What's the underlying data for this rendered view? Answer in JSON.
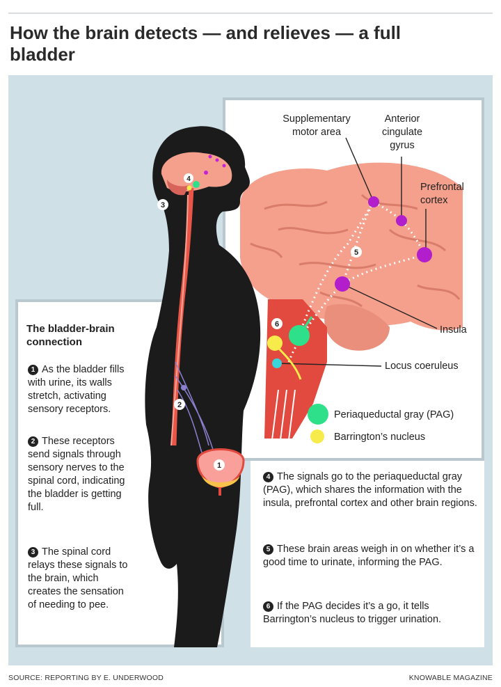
{
  "title": "How the brain detects — and relieves — a full bladder",
  "labels": {
    "sma": "Supplementary motor area",
    "acc": "Anterior cingulate gyrus",
    "pfc": "Prefrontal cortex",
    "insula": "Insula",
    "lc": "Locus coeruleus"
  },
  "markers": [
    "1",
    "2",
    "3",
    "4",
    "5",
    "6"
  ],
  "legend": [
    {
      "label": "Periaqueductal gray (PAG)",
      "color": "#2ee08a"
    },
    {
      "label": "Barrington’s nucleus",
      "color": "#f6eb4a"
    }
  ],
  "left_panel": {
    "heading": "The bladder-brain connection",
    "steps": [
      "As the bladder fills with urine, its walls stretch, activating sensory receptors.",
      "These receptors send signals through sensory nerves to the spinal cord, indicating the bladder is getting full.",
      "The spinal cord relays these signals to the brain, which creates the sensation of needing to pee."
    ]
  },
  "right_panel": {
    "steps": [
      "The signals go to the periaqueductal gray (PAG), which shares the information with the insula, prefrontal cortex and other brain regions.",
      "These brain areas weigh in on whether it’s a good time to urinate, informing the PAG.",
      "If the PAG decides it’s a go, it tells Barrington’s nucleus to trigger urination."
    ]
  },
  "footer": {
    "source": "SOURCE: REPORTING BY E. UNDERWOOD",
    "publisher": "KNOWABLE MAGAZINE"
  },
  "colors": {
    "background_panel": "#cfe0e7",
    "brain": "#f4a08c",
    "silhouette": "#1b1b1b",
    "region_marker": "#b21ecb"
  }
}
